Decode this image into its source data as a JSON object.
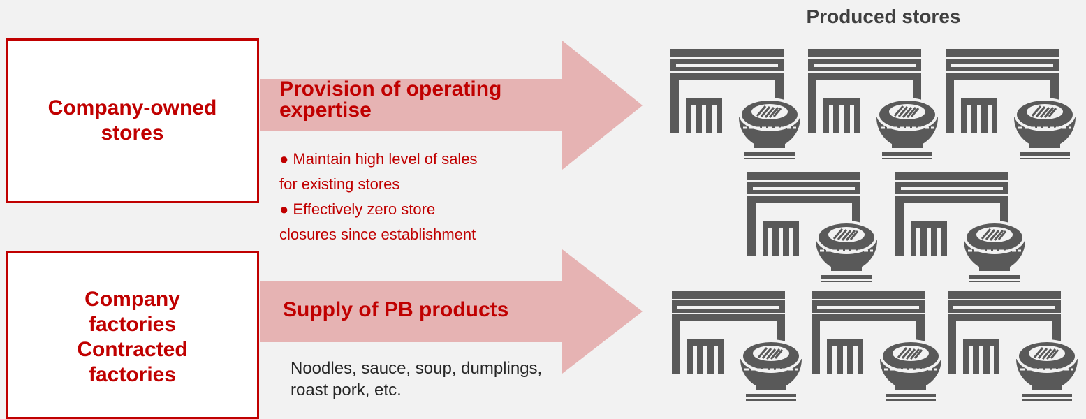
{
  "left_boxes": {
    "company_owned": "Company-owned stores",
    "factories": "Company factories Contracted factories"
  },
  "arrows": {
    "expertise_label": "Provision of operating expertise",
    "pb_label": "Supply of PB products"
  },
  "expertise_bullets": [
    "● Maintain high level of sales",
    "for existing stores",
    "● Effectively zero store",
    "closures since establishment"
  ],
  "pb_products": "Noodles, sauce, soup, dumplings, roast pork, etc.",
  "stores": {
    "title": "Produced stores",
    "icon": "ramen-store-icon",
    "count": 8
  },
  "colors": {
    "accent": "#c00000",
    "arrow": "#e6b3b3",
    "icon": "#595959",
    "background": "#f2f2f2"
  }
}
